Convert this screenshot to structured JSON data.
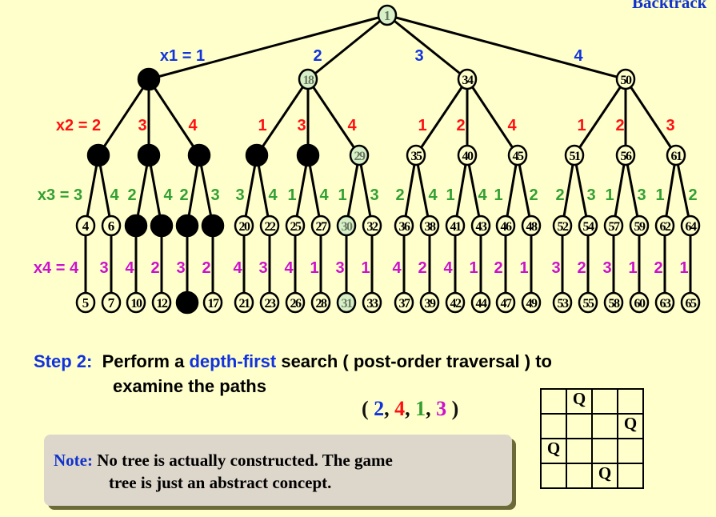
{
  "header": {
    "title_fragment": "Backtrack"
  },
  "colors": {
    "x1": "#1133dd",
    "x2": "#ff1111",
    "x3": "#33a033",
    "x4": "#cc11cc",
    "dead": "#000000",
    "visited_fill": "#d8f0c8",
    "node_fill": "#ffffcc"
  },
  "tree": {
    "root": {
      "label": "1",
      "state": "visited"
    },
    "level1": [
      {
        "label": "",
        "state": "dead"
      },
      {
        "label": "18",
        "state": "visited"
      },
      {
        "label": "34",
        "state": "normal"
      },
      {
        "label": "50",
        "state": "normal"
      }
    ],
    "level2": [
      {
        "label": "",
        "state": "dead"
      },
      {
        "label": "",
        "state": "dead"
      },
      {
        "label": "",
        "state": "dead"
      },
      {
        "label": "",
        "state": "dead"
      },
      {
        "label": "",
        "state": "dead"
      },
      {
        "label": "29",
        "state": "visited"
      },
      {
        "label": "35",
        "state": "normal"
      },
      {
        "label": "40",
        "state": "normal"
      },
      {
        "label": "45",
        "state": "normal"
      },
      {
        "label": "51",
        "state": "normal"
      },
      {
        "label": "56",
        "state": "normal"
      },
      {
        "label": "61",
        "state": "normal"
      }
    ],
    "level3": [
      {
        "label": "4",
        "state": "normal"
      },
      {
        "label": "6",
        "state": "normal"
      },
      {
        "label": "",
        "state": "dead"
      },
      {
        "label": "",
        "state": "dead"
      },
      {
        "label": "",
        "state": "dead"
      },
      {
        "label": "",
        "state": "dead"
      },
      {
        "label": "20",
        "state": "normal"
      },
      {
        "label": "22",
        "state": "normal"
      },
      {
        "label": "25",
        "state": "normal"
      },
      {
        "label": "27",
        "state": "normal"
      },
      {
        "label": "30",
        "state": "visited"
      },
      {
        "label": "32",
        "state": "normal"
      },
      {
        "label": "36",
        "state": "normal"
      },
      {
        "label": "38",
        "state": "normal"
      },
      {
        "label": "41",
        "state": "normal"
      },
      {
        "label": "43",
        "state": "normal"
      },
      {
        "label": "46",
        "state": "normal"
      },
      {
        "label": "48",
        "state": "normal"
      },
      {
        "label": "52",
        "state": "normal"
      },
      {
        "label": "54",
        "state": "normal"
      },
      {
        "label": "57",
        "state": "normal"
      },
      {
        "label": "59",
        "state": "normal"
      },
      {
        "label": "62",
        "state": "normal"
      },
      {
        "label": "64",
        "state": "normal"
      }
    ],
    "level4": [
      {
        "label": "5",
        "state": "normal"
      },
      {
        "label": "7",
        "state": "normal"
      },
      {
        "label": "10",
        "state": "normal"
      },
      {
        "label": "12",
        "state": "normal"
      },
      {
        "label": "",
        "state": "dead"
      },
      {
        "label": "17",
        "state": "normal"
      },
      {
        "label": "21",
        "state": "normal"
      },
      {
        "label": "23",
        "state": "normal"
      },
      {
        "label": "26",
        "state": "normal"
      },
      {
        "label": "28",
        "state": "normal"
      },
      {
        "label": "31",
        "state": "visited"
      },
      {
        "label": "33",
        "state": "normal"
      },
      {
        "label": "37",
        "state": "normal"
      },
      {
        "label": "39",
        "state": "normal"
      },
      {
        "label": "42",
        "state": "normal"
      },
      {
        "label": "44",
        "state": "normal"
      },
      {
        "label": "47",
        "state": "normal"
      },
      {
        "label": "49",
        "state": "normal"
      },
      {
        "label": "53",
        "state": "normal"
      },
      {
        "label": "55",
        "state": "normal"
      },
      {
        "label": "58",
        "state": "normal"
      },
      {
        "label": "60",
        "state": "normal"
      },
      {
        "label": "63",
        "state": "normal"
      },
      {
        "label": "65",
        "state": "normal"
      }
    ],
    "edge_labels": {
      "x1": [
        "x1 = 1",
        "2",
        "3",
        "4"
      ],
      "x2": [
        "x2 = 2",
        "3",
        "4",
        "1",
        "3",
        "4",
        "1",
        "2",
        "4",
        "1",
        "2",
        "3"
      ],
      "x3": [
        "x3 = 3",
        "4",
        "2",
        "4",
        "2",
        "3",
        "3",
        "4",
        "1",
        "4",
        "1",
        "3",
        "2",
        "4",
        "1",
        "4",
        "1",
        "2",
        "2",
        "3",
        "1",
        "3",
        "1",
        "2"
      ],
      "x4": [
        "x4 = 4",
        "3",
        "4",
        "2",
        "3",
        "2",
        "4",
        "3",
        "4",
        "1",
        "3",
        "1",
        "4",
        "2",
        "4",
        "1",
        "2",
        "1",
        "3",
        "2",
        "3",
        "1",
        "2",
        "1"
      ]
    }
  },
  "step": {
    "label": "Step 2:",
    "text_before": "Perform a",
    "highlight": "depth-first",
    "text_after": "search ( post-order traversal ) to",
    "line2": "examine the paths"
  },
  "solution": {
    "open": "(",
    "values": [
      "2",
      "4",
      "1",
      "3"
    ],
    "close": ")"
  },
  "note": {
    "label": "Note:",
    "line1": "No tree is actually constructed.  The game",
    "line2": "tree is just an abstract concept."
  },
  "board": {
    "size": 4,
    "queen_symbol": "Q",
    "queen_columns": [
      1,
      3,
      0,
      2
    ]
  }
}
